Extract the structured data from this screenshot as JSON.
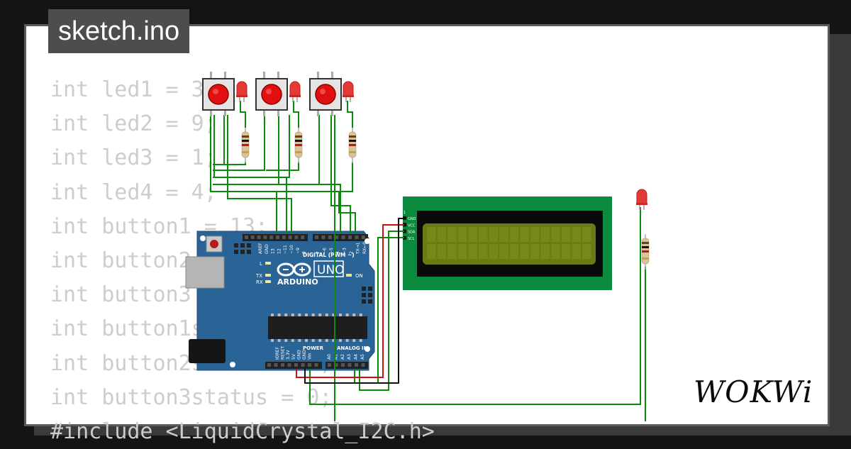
{
  "title": "sketch.ino",
  "code_lines": [
    "int led1 = 3;",
    "int led2 = 9;",
    "int led3 = 1;",
    "int led4 = 4;",
    "int button1 = 13;",
    "int button2 = 12;",
    "int button3 = 11;",
    "int button1status = 0;",
    "int button2status = 0;",
    "int button3status = 0;",
    "#include <LiquidCrystal_I2C.h>"
  ],
  "board": {
    "brand": "ARDUINO",
    "model": "UNO",
    "digital_header": "DIGITAL (PWM ~)",
    "power_header": "POWER",
    "analog_header": "ANALOG IN",
    "led_labels": [
      "L",
      "TX",
      "RX"
    ],
    "on_label": "ON",
    "top_pins": [
      "AREF",
      "GND",
      "13",
      "12",
      "~11",
      "~10",
      "~9",
      "8",
      "7",
      "~6",
      "~5",
      "4",
      "~3",
      "2",
      "TX→1",
      "RX←0"
    ],
    "bottom_pins": [
      "IOREF",
      "RESET",
      "3.3V",
      "5V",
      "GND",
      "GND",
      "Vin",
      "A0",
      "A1",
      "A2",
      "A3",
      "A4",
      "A5"
    ]
  },
  "lcd": {
    "pins": [
      "GND",
      "VCC",
      "SDA",
      "SCL"
    ],
    "pin1_label": "1"
  },
  "brand_logo": "WOKWi",
  "colors": {
    "board": "#2a6496",
    "lcd_pcb": "#0b8a3d",
    "lcd_screen": "#6a7a14",
    "wire_green": "#0a8a0a",
    "wire_red": "#d01010",
    "wire_black": "#111111",
    "button_cap": "#e01010"
  }
}
